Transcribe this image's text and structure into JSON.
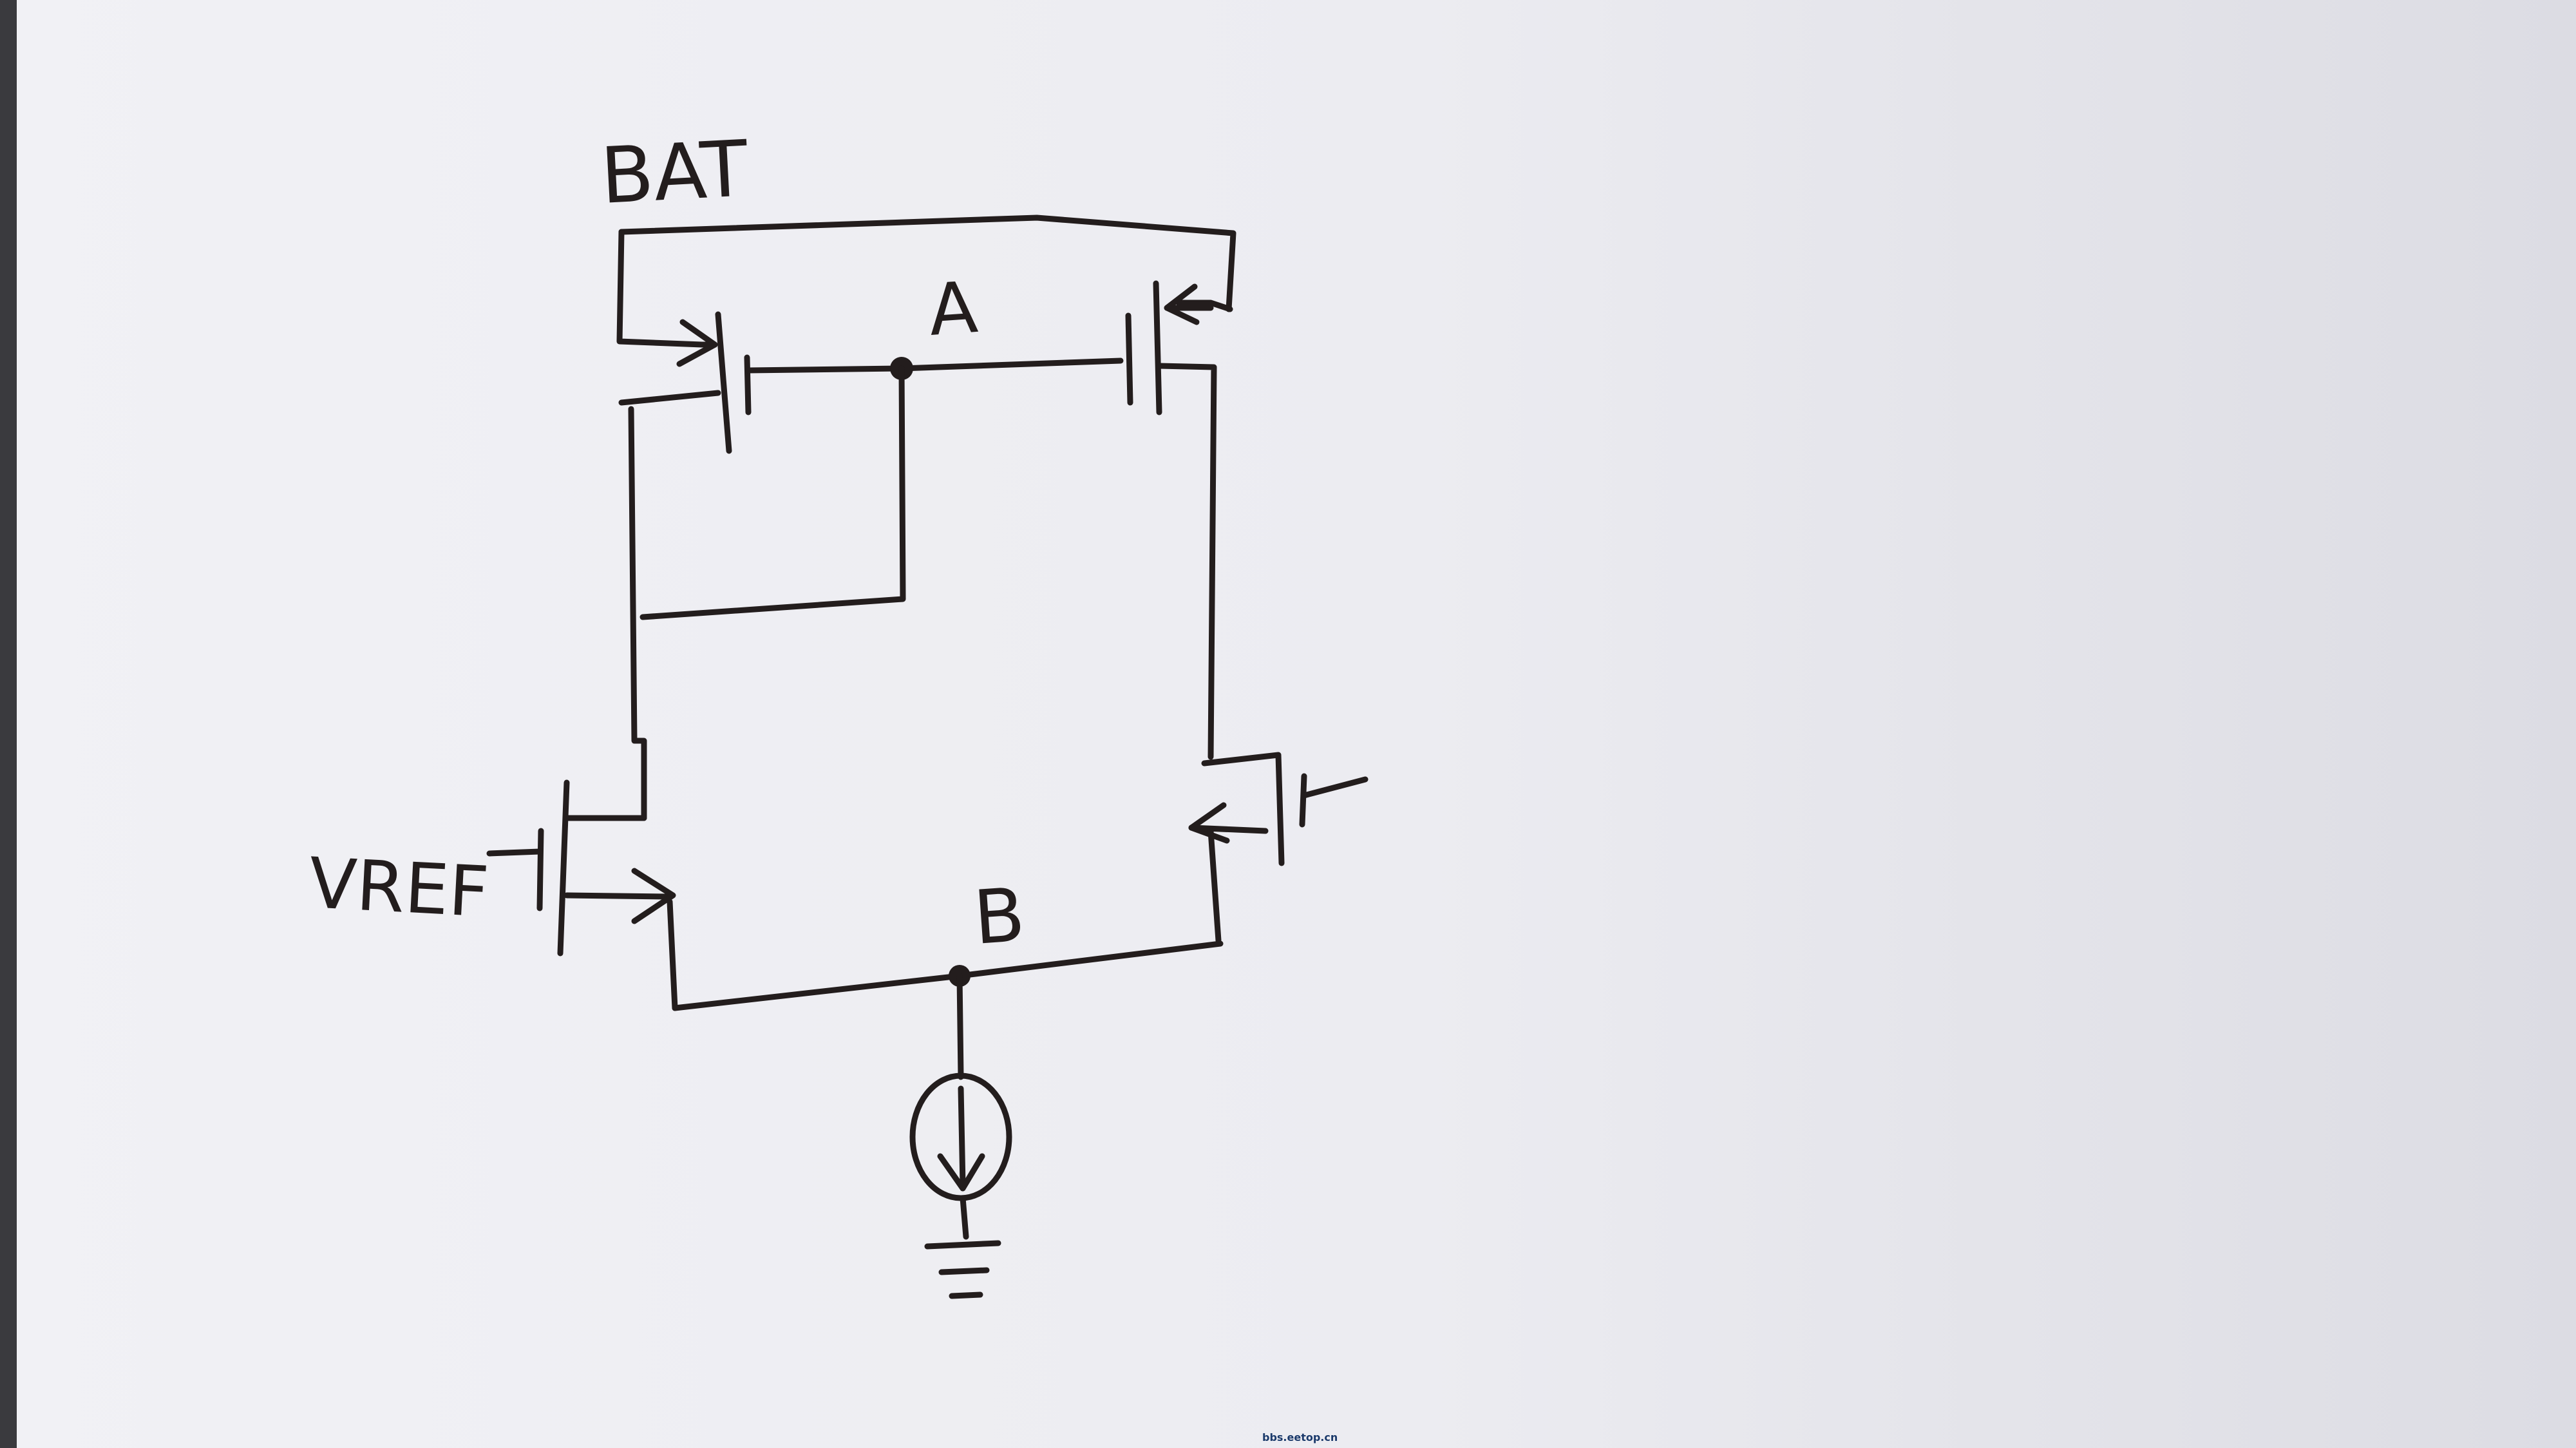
{
  "labels": {
    "supply": "BAT",
    "node_a": "A",
    "node_b": "B",
    "reference": "VREF"
  },
  "watermark": "bbs.eetop.cn",
  "colors": {
    "ink": "#231d1d",
    "paper": "#e9e9ee",
    "watermark": "#1b3a6b"
  },
  "components": [
    {
      "kind": "pmos",
      "role": "diode-connected load (left)"
    },
    {
      "kind": "pmos",
      "role": "mirror load (right)"
    },
    {
      "kind": "nmos",
      "role": "input transistor (VREF gate)"
    },
    {
      "kind": "nmos",
      "role": "input transistor (right)"
    },
    {
      "kind": "current-source",
      "role": "tail current"
    },
    {
      "kind": "ground",
      "role": "ground"
    }
  ]
}
